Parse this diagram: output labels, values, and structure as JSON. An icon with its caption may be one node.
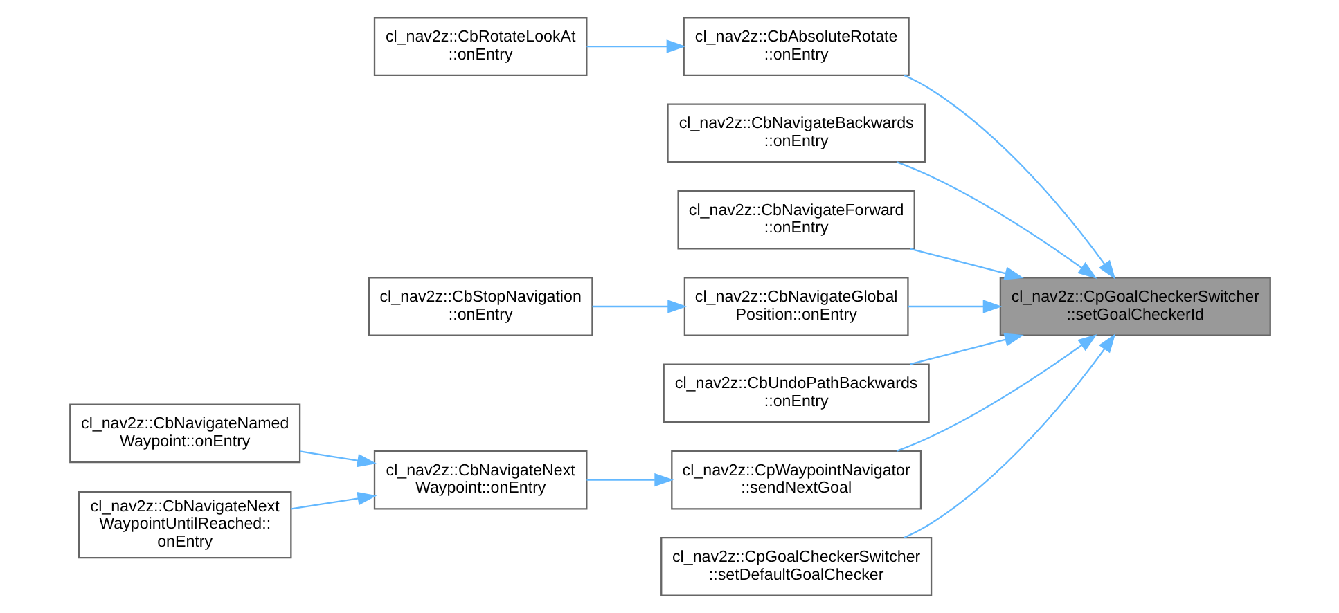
{
  "diagram": {
    "nodes": [
      {
        "text": [
          "cl_nav2z::CpGoalCheckerSwitcher ::setGoalCheckerId"
        ]
      },
      {
        "text": [
          "cl_nav2z::CbAbsoluteRotate ::onEntry"
        ]
      },
      {
        "text": [
          "cl_nav2z::CbRotateLookAt ::onEntry"
        ]
      },
      {
        "text": [
          "cl_nav2z::CbNavigateBackwards ::onEntry"
        ]
      },
      {
        "text": [
          "cl_nav2z::CbNavigateForward ::onEntry"
        ]
      },
      {
        "text": [
          "cl_nav2z::CbNavigateGlobal Position::onEntry"
        ]
      },
      {
        "text": [
          "cl_nav2z::CbStopNavigation ::onEntry"
        ]
      },
      {
        "text": [
          "cl_nav2z::CbUndoPathBackwards ::onEntry"
        ]
      },
      {
        "text": [
          "cl_nav2z::CpWaypointNavigator ::sendNextGoal"
        ]
      },
      {
        "text": [
          "cl_nav2z::CbNavigateNext Waypoint::onEntry"
        ]
      },
      {
        "text": [
          "cl_nav2z::CbNavigateNamed Waypoint::onEntry"
        ]
      },
      {
        "text": [
          "cl_nav2z::CbNavigateNext WaypointUntilReached:: onEntry"
        ]
      },
      {
        "text": [
          "cl_nav2z::CpGoalCheckerSwitcher ::setDefaultGoalChecker"
        ]
      }
    ],
    "edges": [
      {
        "from": 1,
        "to": 0,
        "arrow": "to"
      },
      {
        "from": 2,
        "to": 1,
        "arrow": "to"
      },
      {
        "from": 3,
        "to": 0,
        "arrow": "to"
      },
      {
        "from": 4,
        "to": 0,
        "arrow": "to"
      },
      {
        "from": 5,
        "to": 0,
        "arrow": "to"
      },
      {
        "from": 6,
        "to": 5,
        "arrow": "to"
      },
      {
        "from": 7,
        "to": 0,
        "arrow": "to"
      },
      {
        "from": 8,
        "to": 0,
        "arrow": "to"
      },
      {
        "from": 9,
        "to": 8,
        "arrow": "to"
      },
      {
        "from": 10,
        "to": 9,
        "arrow": "to"
      },
      {
        "from": 11,
        "to": 9,
        "arrow": "to"
      },
      {
        "from": 12,
        "to": 0,
        "arrow": "to"
      }
    ]
  }
}
